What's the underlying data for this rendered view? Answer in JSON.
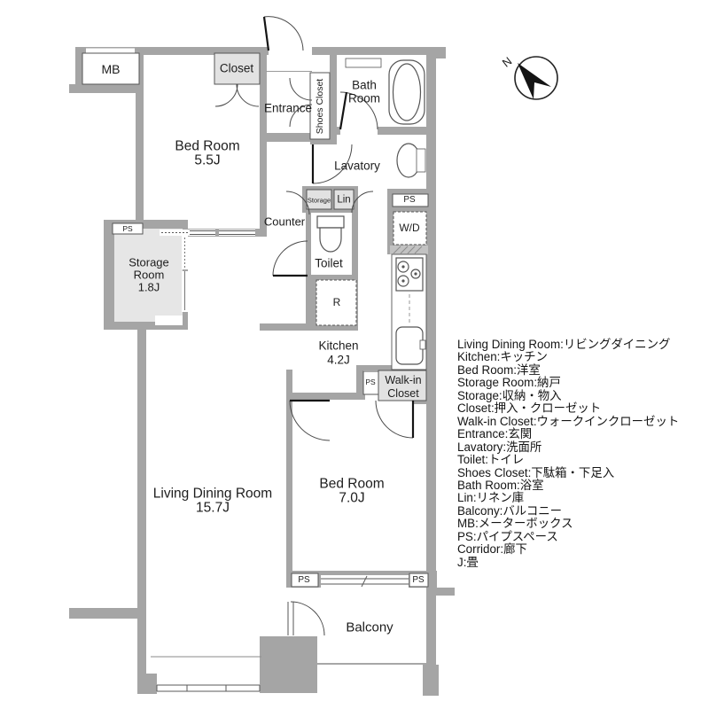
{
  "plan": {
    "rooms": {
      "bedroom1": {
        "name": "Bed Room",
        "size": "5.5J"
      },
      "bedroom2": {
        "name": "Bed Room",
        "size": "7.0J"
      },
      "living": {
        "name": "Living Dining Room",
        "size": "15.7J"
      },
      "kitchen": {
        "name": "Kitchen",
        "size": "4.2J"
      },
      "storage_room": {
        "line1": "Storage",
        "line2": "Room",
        "size": "1.8J"
      },
      "bath": {
        "line1": "Bath",
        "line2": "Room"
      },
      "walk_in_closet": {
        "line1": "Walk-in",
        "line2": "Closet"
      },
      "balcony": {
        "name": "Balcony"
      },
      "entrance": {
        "name": "Entrance"
      },
      "lavatory": {
        "name": "Lavatory"
      },
      "toilet": {
        "name": "Toilet"
      }
    },
    "labels": {
      "mb": "MB",
      "closet": "Closet",
      "shoes_closet": "Shoes Closet",
      "storage_small": "Storage",
      "lin": "Lin",
      "ps": "PS",
      "wd": "W/D",
      "counter": "Counter",
      "refrigerator": "R"
    },
    "compass": {
      "north": "N"
    }
  },
  "legend": {
    "items": [
      "Living Dining Room:リビングダイニング",
      "Kitchen:キッチン",
      "Bed Room:洋室",
      "Storage Room:納戸",
      "Storage:収納・物入",
      "Closet:押入・クローゼット",
      "Walk-in Closet:ウォークインクローゼット",
      "Entrance:玄関",
      "Lavatory:洗面所",
      "Toilet:トイレ",
      "Shoes Closet:下駄箱・下足入",
      "Bath Room:浴室",
      "Lin:リネン庫",
      "Balcony:バルコニー",
      "MB:メーターボックス",
      "PS:パイプスペース",
      "Corridor:廊下",
      "J:畳"
    ]
  },
  "colors": {
    "wall": "#a5a5a5",
    "closet_fill": "#e2e2e2",
    "floor": "#ffffff",
    "line": "#555555",
    "text": "#1d1d1d"
  }
}
